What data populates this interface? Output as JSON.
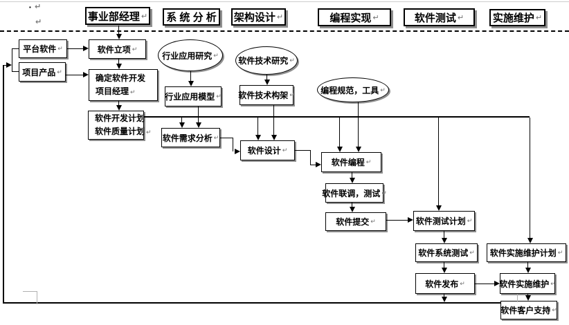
{
  "page": {
    "marks": {
      "bullet": "▪",
      "return": "↵"
    }
  },
  "lanes": [
    {
      "label": "事业部经理"
    },
    {
      "label": "系 统 分 析"
    },
    {
      "label": "架构设计"
    },
    {
      "label": "编程实现"
    },
    {
      "label": "软件测试"
    },
    {
      "label": "实施维护"
    }
  ],
  "nodes": {
    "platform_software": {
      "label": "平台软件"
    },
    "project_product": {
      "label": "项目产品"
    },
    "software_initiation": {
      "label": "软件立项"
    },
    "determine_pm": {
      "line1": "确定软件开发",
      "line2": "项目经理"
    },
    "dev_plan": {
      "line1": "软件开发计划",
      "line2": "软件质量计划"
    },
    "industry_research": {
      "label": "行业应用研究"
    },
    "tech_research": {
      "label": "软件技术研究"
    },
    "industry_model": {
      "label": "行业应用模型"
    },
    "tech_architecture": {
      "label": "软件技术构架"
    },
    "coding_standards": {
      "label": "编程规范，工具"
    },
    "requirements_analysis": {
      "label": "软件需求分析"
    },
    "software_design": {
      "label": "软件设计"
    },
    "software_coding": {
      "label": "软件编程"
    },
    "joint_debug_test": {
      "label": "软件联调，测试"
    },
    "software_submission": {
      "label": "软件提交"
    },
    "test_plan": {
      "label": "软件测试计划"
    },
    "system_test": {
      "label": "软件系统测试"
    },
    "implementation_plan": {
      "label": "软件实施维护计划"
    },
    "software_release": {
      "label": "软件发布"
    },
    "implementation_maintenance": {
      "label": "软件实施维护"
    },
    "customer_support": {
      "label": "软件客户支持"
    }
  },
  "colors": {
    "line": "#000000",
    "shadow": "#8f8f8f",
    "artifact": "#b0b0b0"
  }
}
